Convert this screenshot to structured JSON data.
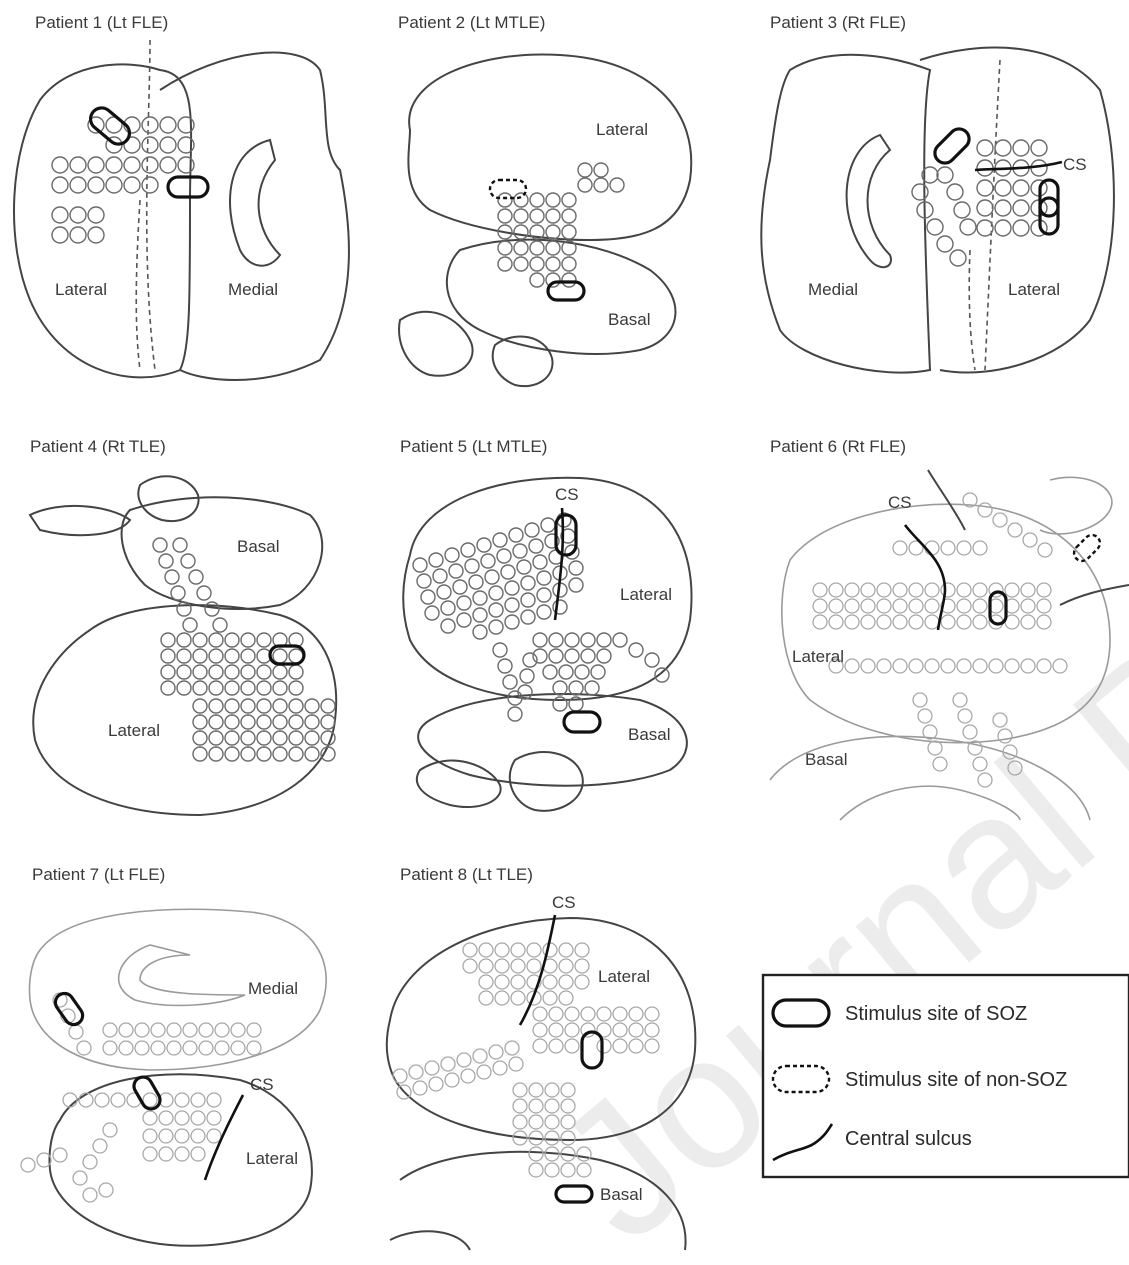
{
  "watermark": "Journal Pre-proofs",
  "panels": [
    {
      "title": "Patient 1 (Lt FLE)",
      "labels": [
        "Lateral",
        "Medial"
      ]
    },
    {
      "title": "Patient 2 (Lt MTLE)",
      "labels": [
        "Lateral",
        "Basal"
      ]
    },
    {
      "title": "Patient 3 (Rt FLE)",
      "labels": [
        "Medial",
        "Lateral",
        "CS"
      ]
    },
    {
      "title": "Patient 4 (Rt TLE)",
      "labels": [
        "Basal",
        "Lateral"
      ]
    },
    {
      "title": "Patient 5 (Lt MTLE)",
      "labels": [
        "CS",
        "Lateral",
        "Basal"
      ]
    },
    {
      "title": "Patient 6 (Rt FLE)",
      "labels": [
        "CS",
        "Lateral",
        "Basal"
      ]
    },
    {
      "title": "Patient 7 (Lt FLE)",
      "labels": [
        "Medial",
        "CS",
        "Lateral"
      ]
    },
    {
      "title": "Patient 8 (Lt TLE)",
      "labels": [
        "CS",
        "Lateral",
        "Basal"
      ]
    }
  ],
  "legend": {
    "items": [
      {
        "label": "Stimulus site of SOZ",
        "icon": "solid-oval-icon"
      },
      {
        "label": "Stimulus site of non-SOZ",
        "icon": "dashed-oval-icon"
      },
      {
        "label": "Central sulcus",
        "icon": "curve-line-icon"
      }
    ]
  },
  "colors": {
    "outline": "#444444",
    "electrode": "#6a6a6a",
    "soz": "#111111"
  }
}
